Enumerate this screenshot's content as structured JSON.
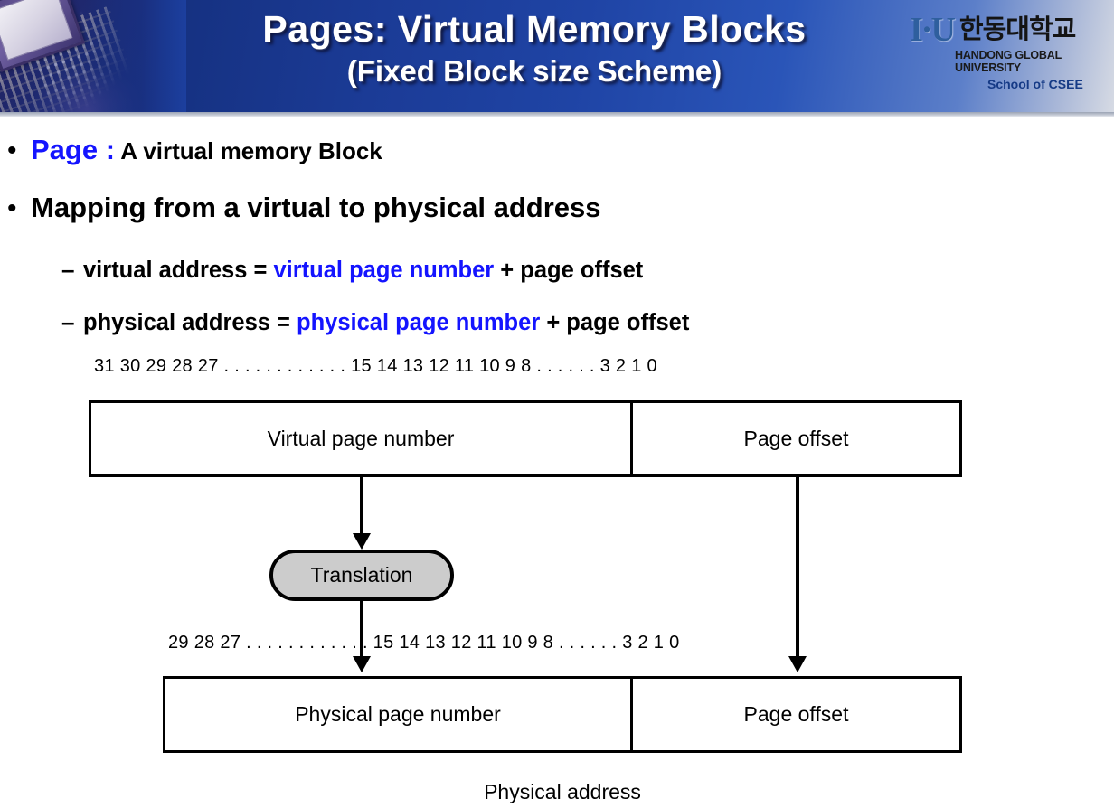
{
  "header": {
    "title_line1": "Pages:  Virtual Memory Blocks",
    "title_line2": "(Fixed  Block size Scheme)",
    "banner_color": "#1b3b96",
    "chip_image_alt": "cpu-chip-photo",
    "logo": {
      "mark": "I·U",
      "korean": "한동대학교",
      "english": "HANDONG GLOBAL UNIVERSITY",
      "department": "School of CSEE",
      "mark_color": "#2f5f9e",
      "dept_color": "#153a86"
    }
  },
  "body": {
    "bullets": [
      {
        "marker": "•",
        "highlight": "Page :",
        "rest": " A virtual memory Block"
      },
      {
        "marker": "•",
        "highlight": "",
        "rest": "Mapping from a virtual to physical address"
      }
    ],
    "sub_bullets": [
      {
        "marker": "–",
        "pre": "virtual address = ",
        "highlight": "virtual page number",
        "post": " + page offset"
      },
      {
        "marker": "–",
        "pre": "physical address = ",
        "highlight": "physical page number",
        "post": " + page offset"
      }
    ],
    "highlight_color": "#1414ff"
  },
  "diagram": {
    "virtual_bit_ruler": "31 30 29 28 27   . . . . . . . . . . . .   15 14 13 12   11 10 9 8   . . . . . .   3 2 1 0",
    "physical_bit_ruler": "29 28 27    . . . . . . . . . . . .    15 14 13 12   11 10 9 8   . . . . . .   3 2 1 0",
    "virtual_address_box": {
      "field_left": "Virtual page number",
      "field_right": "Page offset"
    },
    "translation_node": "Translation",
    "physical_address_box": {
      "field_left": "Physical page number",
      "field_right": "Page offset"
    },
    "caption": "Physical address",
    "translation_fill": "#cccccc",
    "box_border": "#000000"
  }
}
